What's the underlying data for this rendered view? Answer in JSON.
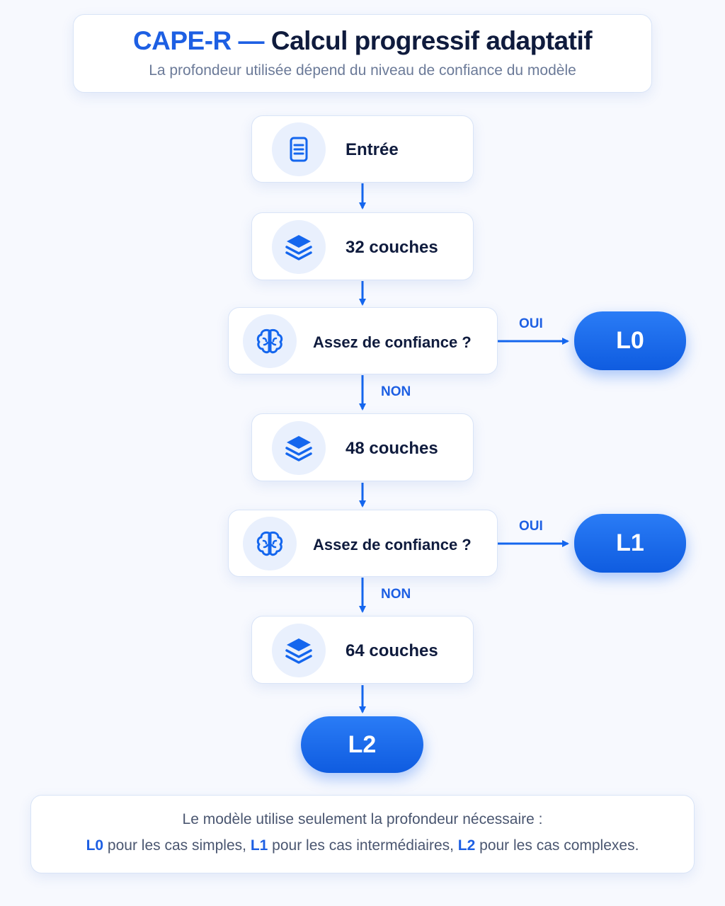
{
  "header": {
    "title_accent": "CAPE-R —",
    "title_rest": "Calcul progressif adaptatif",
    "subtitle": "La profondeur utilisée dépend du niveau de confiance du modèle"
  },
  "nodes": {
    "input": {
      "label": "Entrée",
      "icon": "document-icon"
    },
    "layers32": {
      "label": "32 couches",
      "icon": "layers-icon"
    },
    "decision1": {
      "label": "Assez de confiance ?",
      "icon": "brain-icon"
    },
    "layers48": {
      "label": "48 couches",
      "icon": "layers-icon"
    },
    "decision2": {
      "label": "Assez de confiance ?",
      "icon": "brain-icon"
    },
    "layers64": {
      "label": "64 couches",
      "icon": "layers-icon"
    }
  },
  "outputs": {
    "l0": "L0",
    "l1": "L1",
    "l2": "L2"
  },
  "edges": {
    "yes1": "OUI",
    "no1": "NON",
    "yes2": "OUI",
    "no2": "NON"
  },
  "footer": {
    "line1": "Le modèle utilise seulement la profondeur nécessaire :",
    "l0": "L0",
    "l0_text": " pour les cas simples, ",
    "l1": "L1",
    "l1_text": " pour les cas intermédiaires, ",
    "l2": "L2",
    "l2_text": " pour les cas complexes."
  },
  "colors": {
    "accent": "#1d5fe3",
    "pill": "#1466ee",
    "text": "#0f1b3d",
    "muted": "#6b7a98"
  }
}
